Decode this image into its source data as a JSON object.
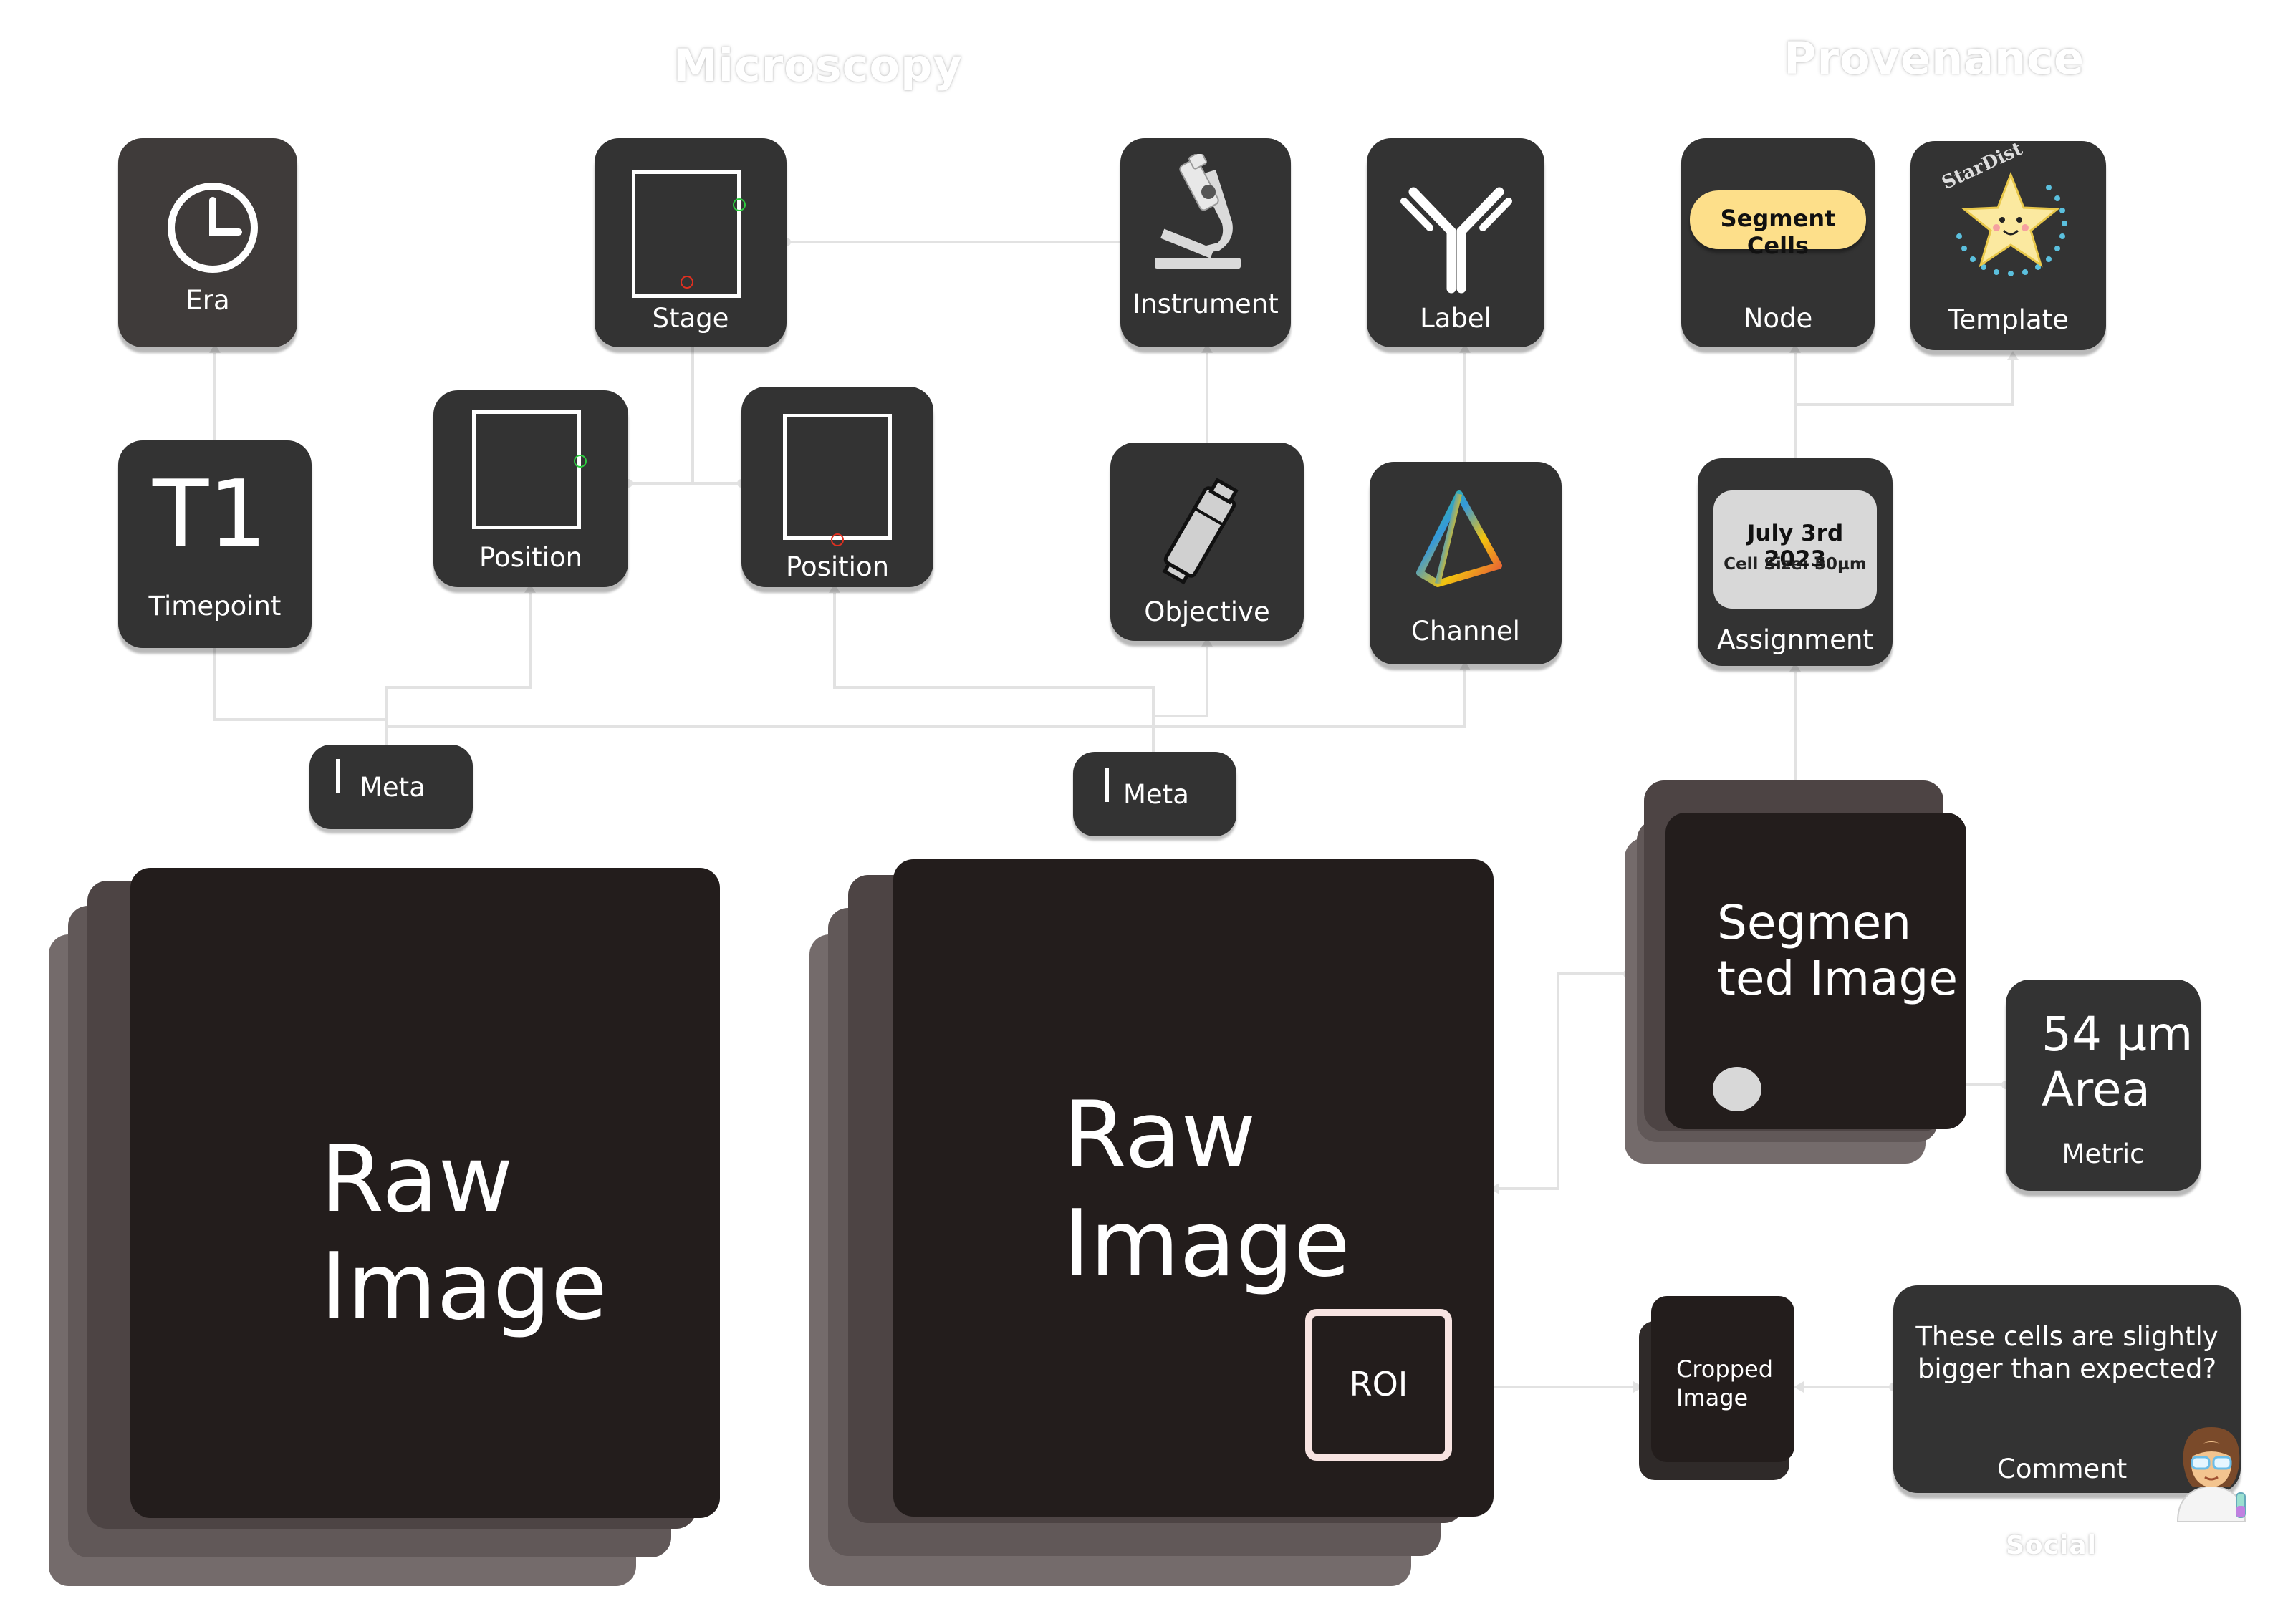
{
  "sections": {
    "microscopy": "Microscopy",
    "provenance": "Provenance",
    "social": "Social"
  },
  "nodes": {
    "era": "Era",
    "stage": "Stage",
    "instrument": "Instrument",
    "label": "Label",
    "node": "Node",
    "template": "Template",
    "timepoint_value": "T1",
    "timepoint": "Timepoint",
    "position_1": "Position",
    "position_2": "Position",
    "objective": "Objective",
    "channel": "Channel",
    "assignment_date": "July 3rd 2023",
    "assignment_detail": "Cell Size: 50µm",
    "assignment": "Assignment",
    "node_chip": "Segment Cells",
    "template_logo_text": "StarDist",
    "meta_1": "Meta",
    "meta_2": "Meta",
    "raw_image_1_line1": "Raw",
    "raw_image_1_line2": "Image",
    "raw_image_2_line1": "Raw",
    "raw_image_2_line2": "Image",
    "roi": "ROI",
    "segmented_line1": "Segmen",
    "segmented_line2": "ted Image",
    "metric_value": "54 µm",
    "metric_name": "Area",
    "metric": "Metric",
    "cropped_line1": "Cropped",
    "cropped_line2": "Image",
    "comment_text_line1": "These cells are slightly",
    "comment_text_line2": "bigger than expected?",
    "comment": "Comment"
  },
  "icons": [
    "clock-icon",
    "microscope-icon",
    "antibody-icon",
    "objective-lens-icon",
    "prism-icon",
    "star-mascot-icon",
    "scientist-emoji-icon"
  ],
  "colors": {
    "card": "#333333",
    "image_dark": "#231d1c",
    "stack_1": "#4d4444",
    "stack_2": "#615858",
    "stack_3": "#746b6b",
    "wire": "#e0e0e0",
    "chip_yellow": "#fddf8a",
    "roi_border": "#f7e3e1"
  }
}
